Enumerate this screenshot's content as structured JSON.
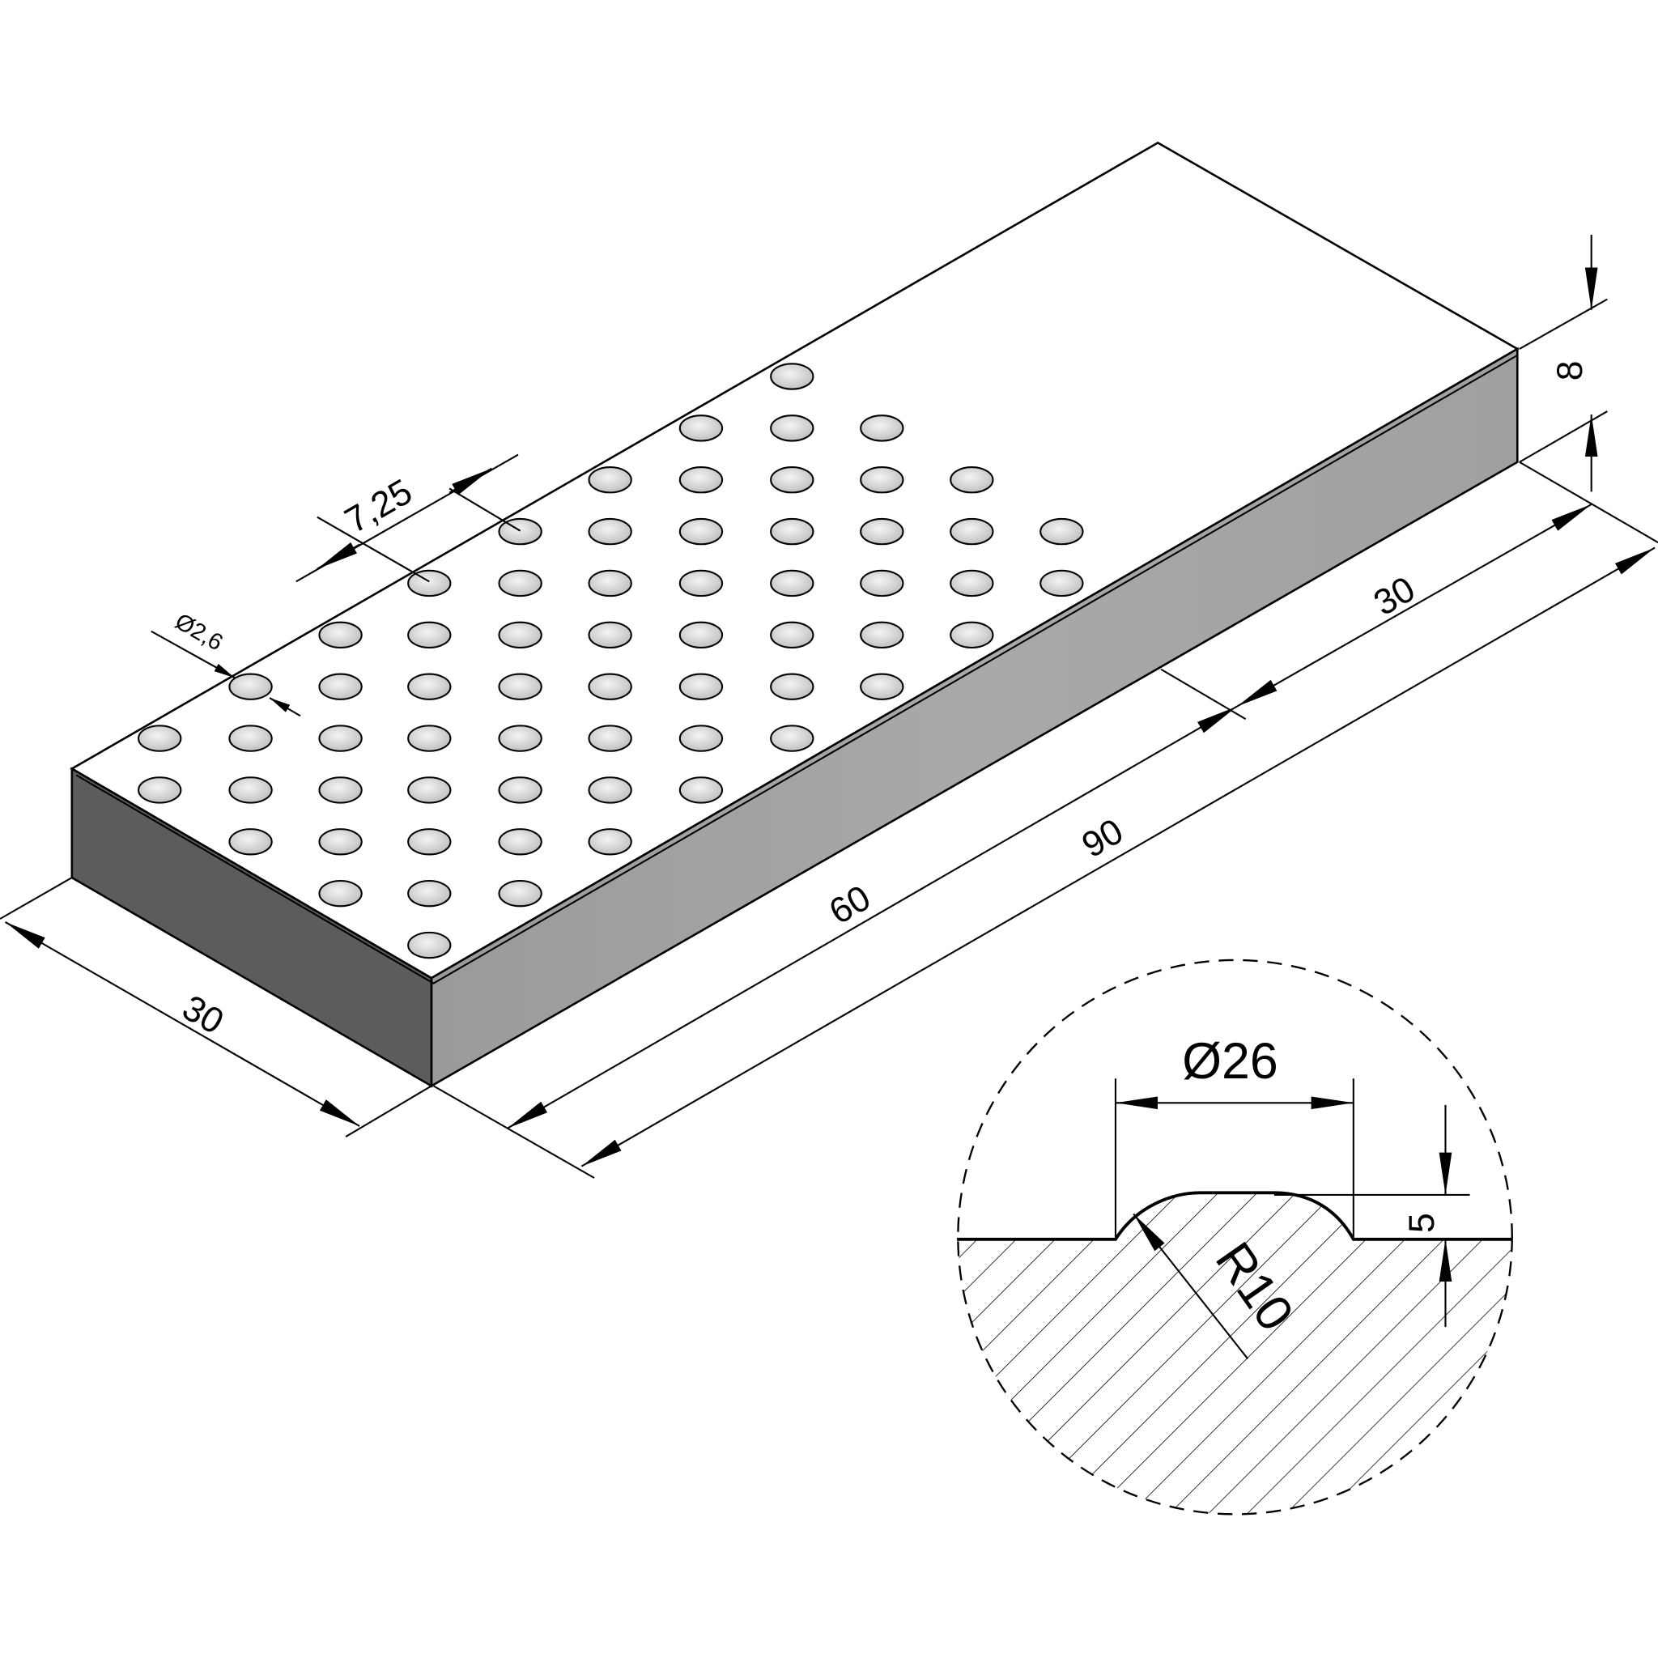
{
  "title": "Tactile paving tile with domes - isometric view and dome detail",
  "dimensions": {
    "width_left": "30",
    "partial_length": "60",
    "total_length": "90",
    "width_right": "30",
    "thickness": "8",
    "dome_spacing": "7,25",
    "dome_diameter_small": "Ø2,6"
  },
  "detail": {
    "dome_diameter": "Ø26",
    "dome_height": "5",
    "dome_radius": "R10"
  },
  "colors": {
    "top_face": "#ffffff",
    "end_face": "#5c5c5c",
    "side_face": "#a8a8a8",
    "dome": "#d8d8d8"
  }
}
